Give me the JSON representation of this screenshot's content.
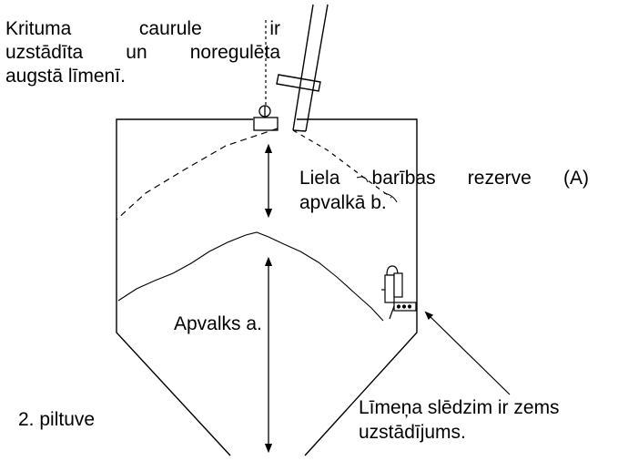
{
  "labels": {
    "drop_tube_line1": "Krituma caurule ir",
    "drop_tube_line2": "uzstādīta un noregulēta",
    "drop_tube_line3": "augstā līmenī.",
    "large_reserve_line1": "Liela barības rezerve (A)",
    "large_reserve_line2": "apvalkā b.",
    "shell_a": "Apvalks a.",
    "hopper": "2. piltuve",
    "switch_line1": "Līmeņa slēdzim ir zems",
    "switch_line2": "uzstādījums."
  },
  "colors": {
    "ink": "#000000",
    "background": "#ffffff"
  }
}
